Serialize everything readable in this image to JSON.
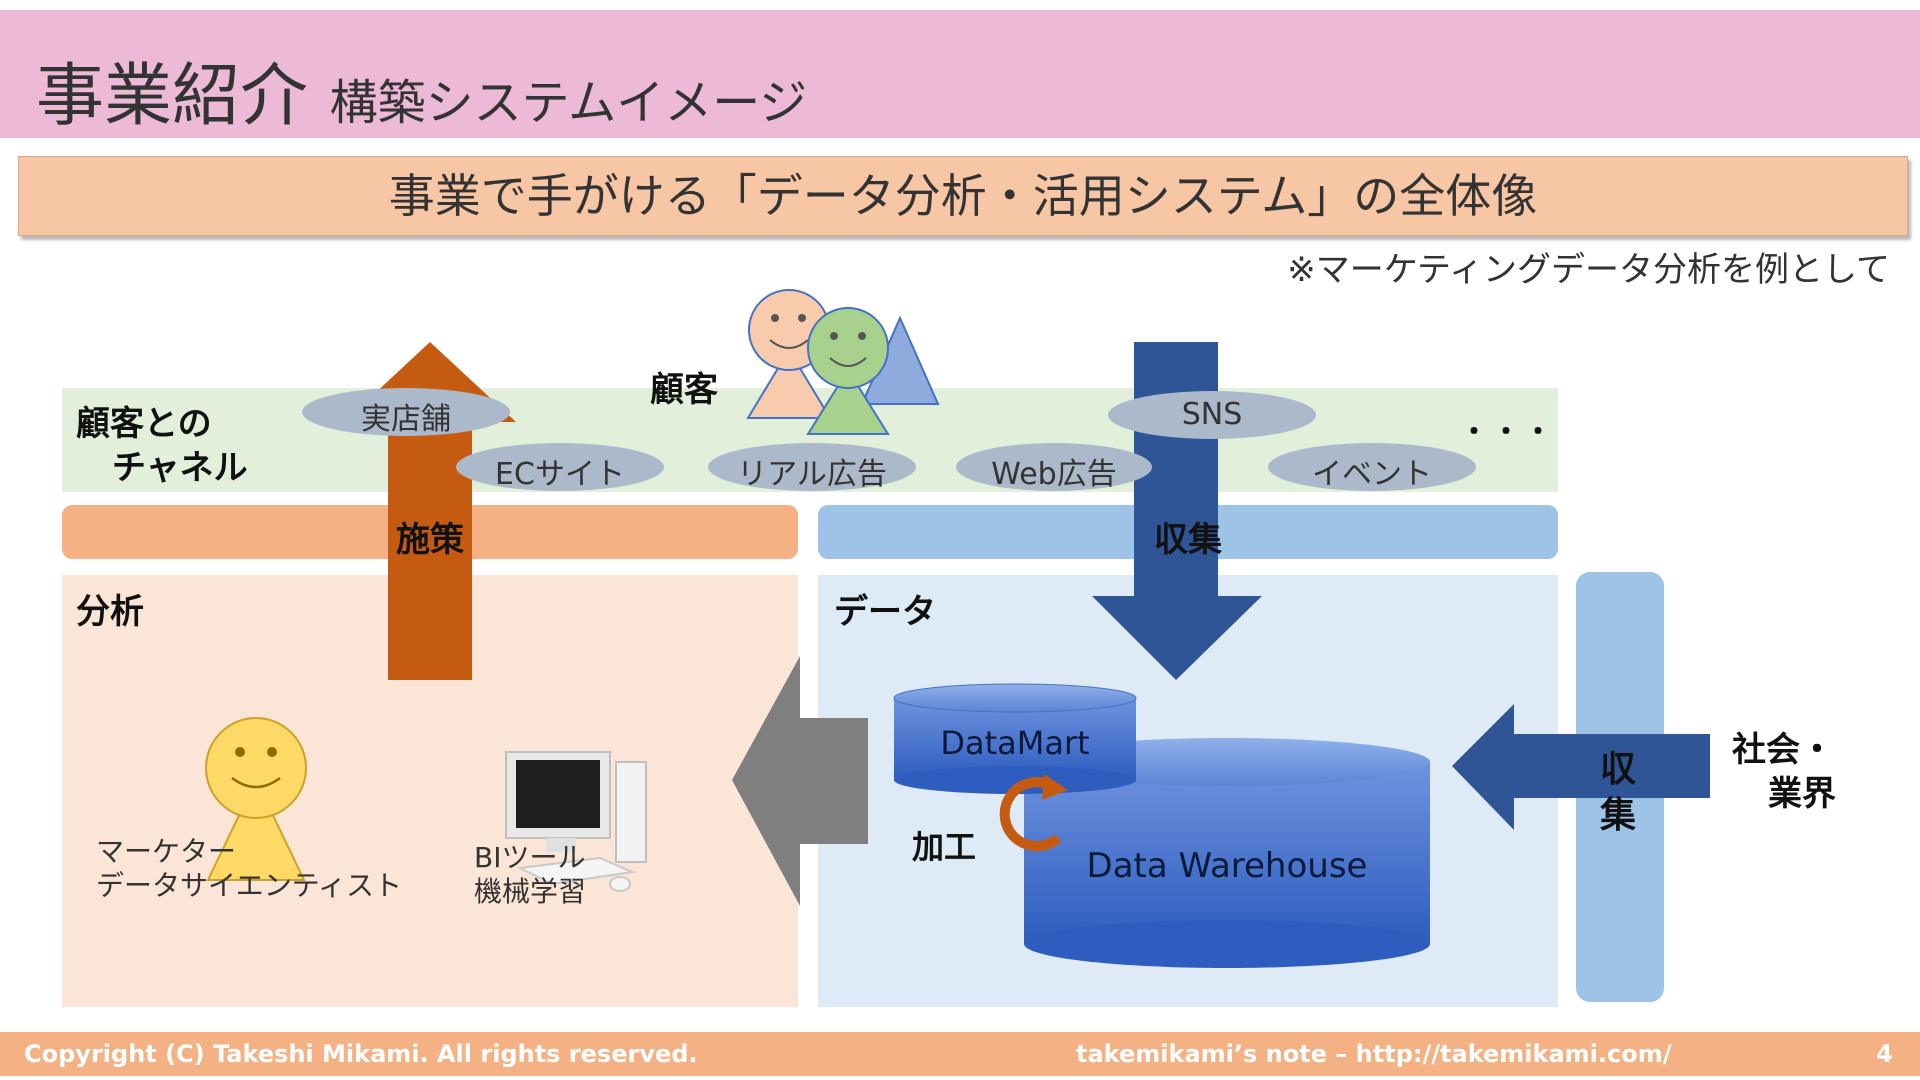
{
  "title": {
    "main": "事業紹介",
    "sub": "構築システムイメージ"
  },
  "banner": "事業で手がける「データ分析・活用システム」の全体像",
  "note": "※マーケティングデータ分析を例として",
  "customer_label": "顧客",
  "channel": {
    "label_line1": "顧客との",
    "label_line2": "チャネル",
    "items": [
      "実店舗",
      "ECサイト",
      "リアル広告",
      "Web広告",
      "SNS",
      "イベント"
    ],
    "ellipsis": "・・・"
  },
  "bars": {
    "left": "施策",
    "right": "収集"
  },
  "analysis": {
    "label": "分析",
    "person_line1": "マーケター",
    "person_line2": "データサイエンティスト",
    "tool_line1": "BIツール",
    "tool_line2": "機械学習"
  },
  "data": {
    "label": "データ",
    "datamart": "DataMart",
    "warehouse": "Data Warehouse",
    "process": "加工"
  },
  "collect_vertical": [
    "収",
    "集"
  ],
  "society": {
    "line1": "社会・",
    "line2": "業界"
  },
  "footer": {
    "copyright": "Copyright (C) Takeshi Mikami. All rights reserved.",
    "site": "takemikami’s note – http://takemikami.com/",
    "page": "4"
  },
  "colors": {
    "title_band": "#ecbad6",
    "banner": "#f7c6a4",
    "channel_band": "#e2efda",
    "policy_bar": "#f4b183",
    "collect_bar": "#9dc3e6",
    "analysis_bg": "#fbe5d6",
    "data_bg": "#deebf7",
    "arrow_up": "#c55a11",
    "arrow_down": "#2f5597",
    "cylinder": "#3c6bc9",
    "footer": "#f4b183"
  }
}
